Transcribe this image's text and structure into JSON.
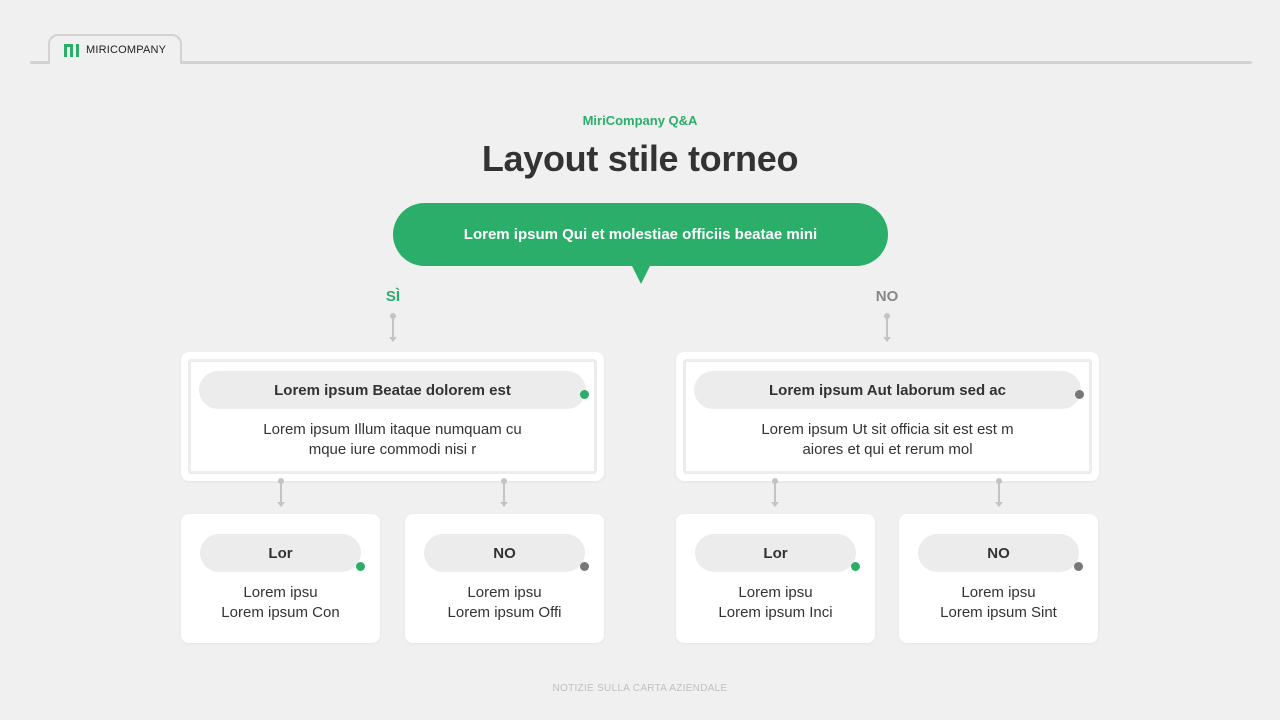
{
  "brand": {
    "name": "MIRICOMPANY",
    "logo_icon": "miricompany-logo-icon",
    "accent": "#2aae6a"
  },
  "eyebrow": "MiriCompany Q&A",
  "title": "Layout stile torneo",
  "question": "Lorem ipsum Qui et molestiae officiis beatae mini",
  "branches": {
    "yes_label": "SÌ",
    "no_label": "NO",
    "yes_color": "#2aae6a",
    "no_color": "#888888"
  },
  "cards": {
    "left": {
      "heading": "Lorem ipsum Beatae dolorem est",
      "line1": "Lorem ipsum Illum itaque numquam cu",
      "line2": "mque iure commodi nisi r",
      "dot_color": "#2aae6a"
    },
    "right": {
      "heading": "Lorem ipsum Aut laborum sed ac",
      "line1": "Lorem ipsum Ut sit officia sit est est m",
      "line2": "aiores et qui et rerum mol",
      "dot_color": "#777777"
    },
    "left_yes": {
      "heading": "Lor",
      "line1": "Lorem ipsu",
      "line2": "Lorem ipsum Con",
      "dot_color": "#2aae6a"
    },
    "left_no": {
      "heading": "NO",
      "line1": "Lorem ipsu",
      "line2": "Lorem ipsum Offi",
      "dot_color": "#777777"
    },
    "right_yes": {
      "heading": "Lor",
      "line1": "Lorem ipsu",
      "line2": "Lorem ipsum Inci",
      "dot_color": "#2aae6a"
    },
    "right_no": {
      "heading": "NO",
      "line1": "Lorem ipsu",
      "line2": "Lorem ipsum Sint",
      "dot_color": "#777777"
    }
  },
  "footer": "NOTIZIE SULLA CARTA AZIENDALE"
}
